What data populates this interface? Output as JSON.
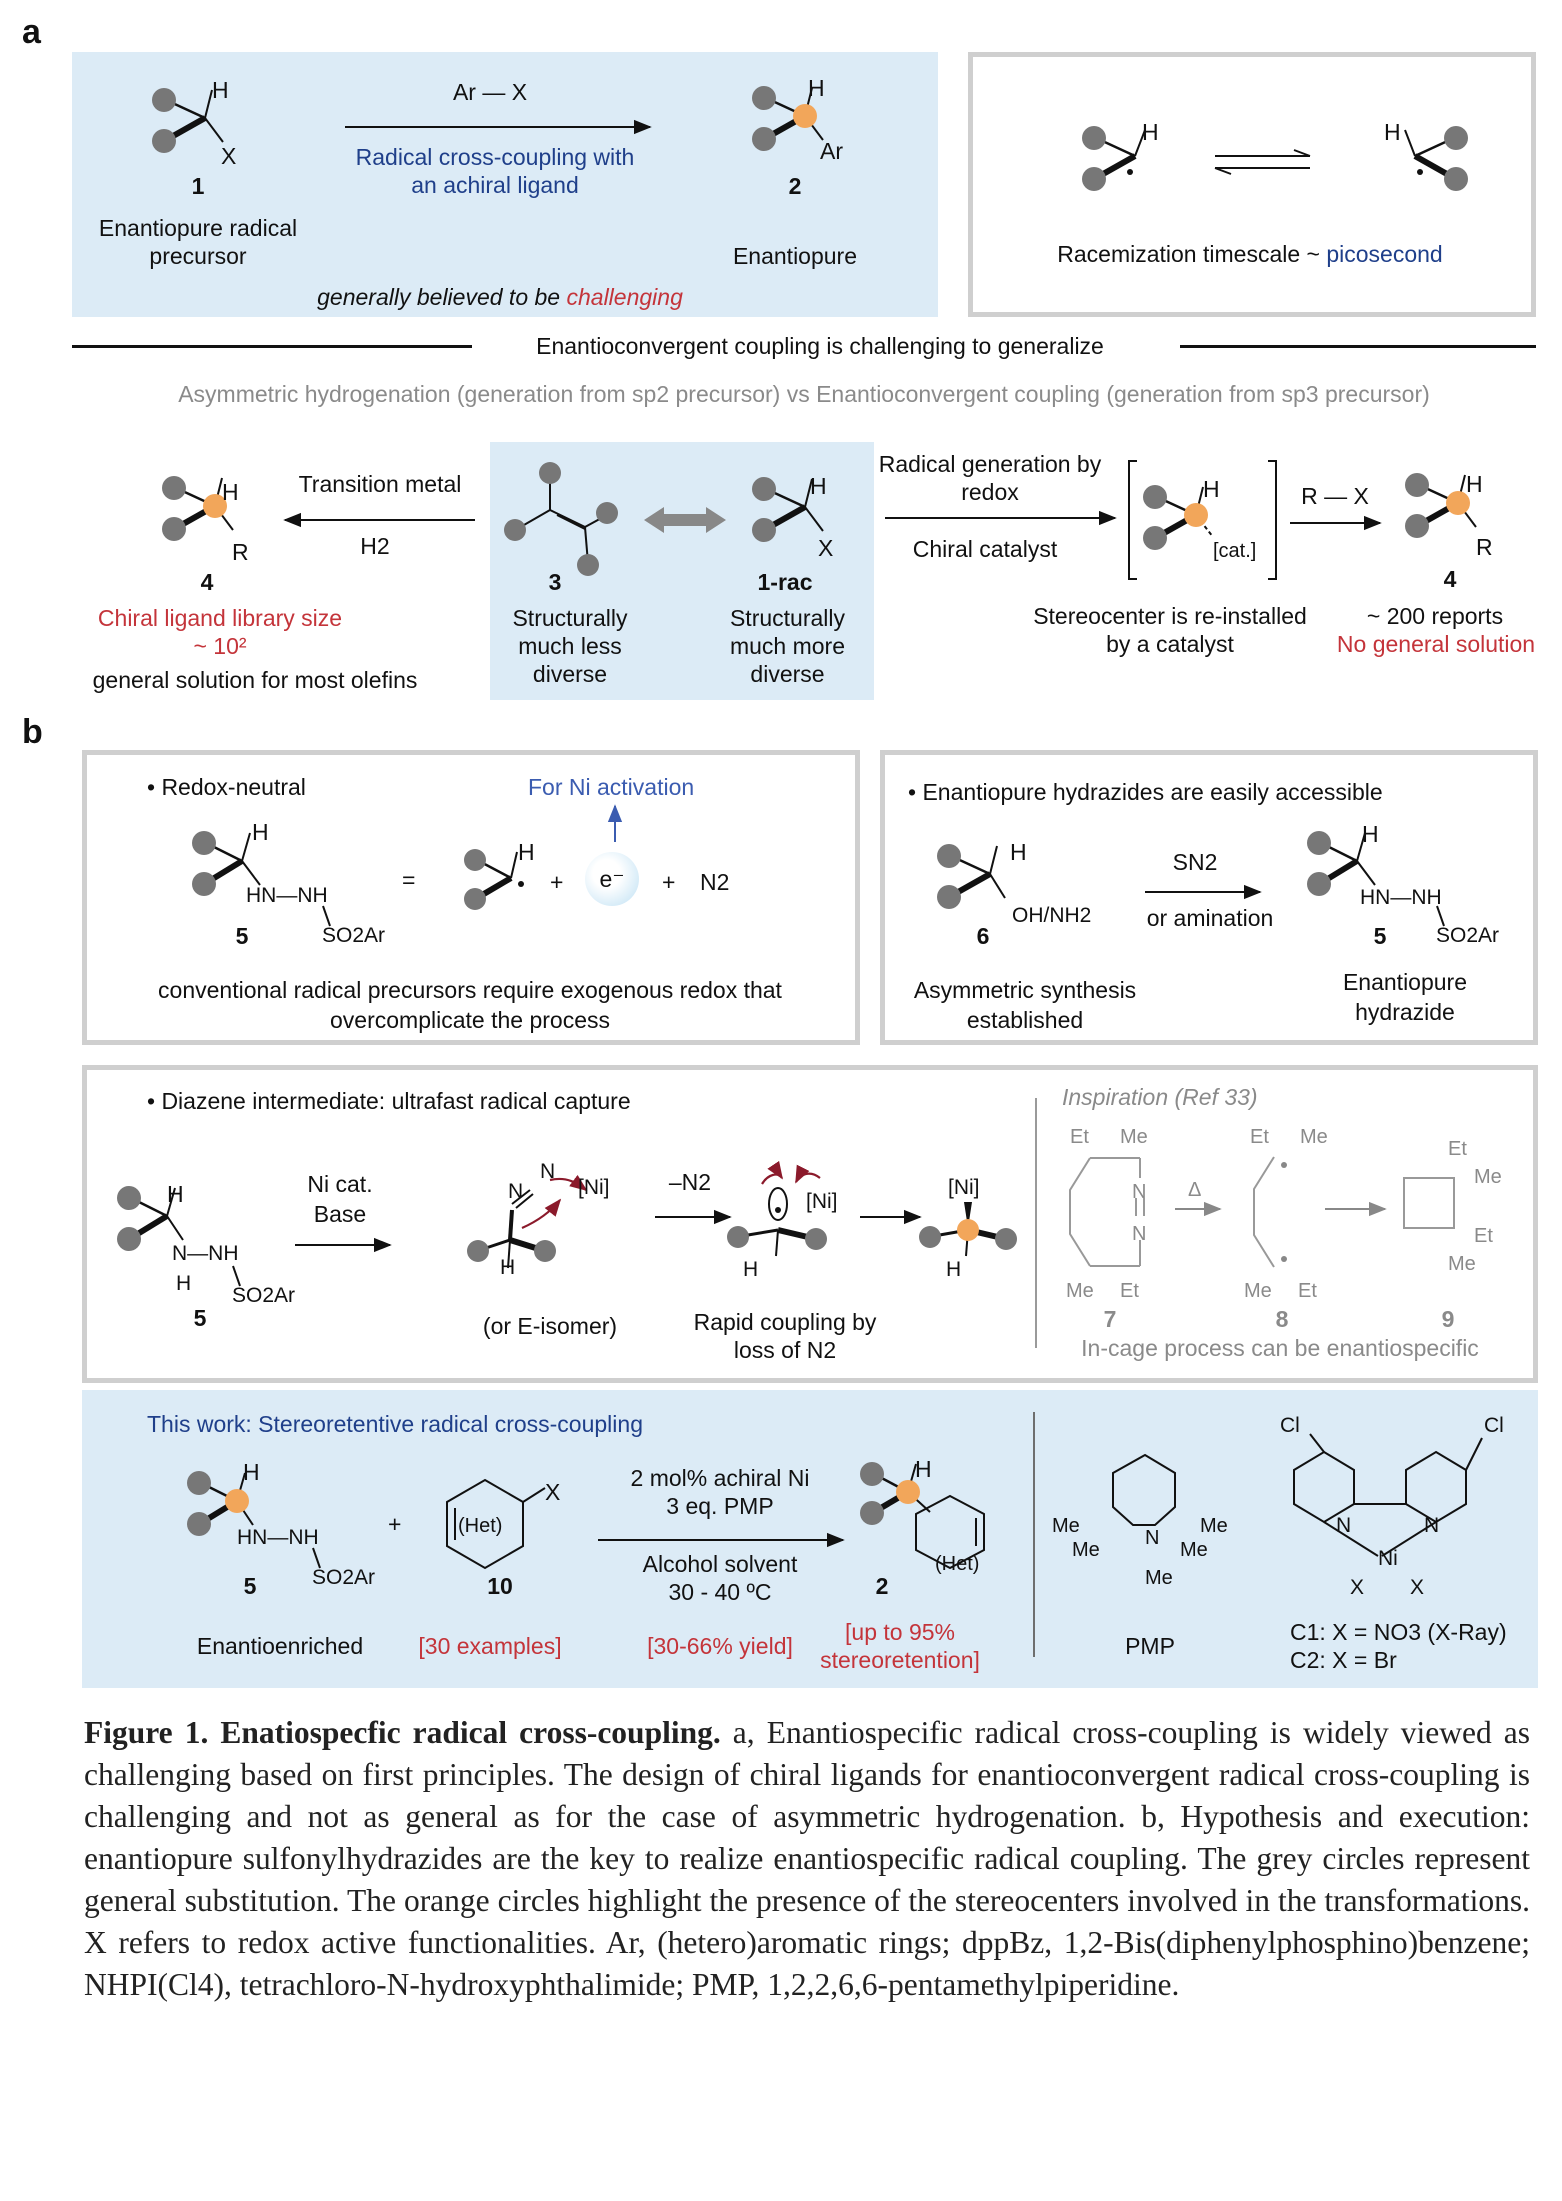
{
  "panel_a": {
    "label": "a",
    "precursor": {
      "number": "1",
      "caption": "Enantiopure radical precursor",
      "h": "H",
      "x": "X"
    },
    "arrow_top": "Ar — X",
    "arrow_bottom": "Radical cross-coupling with an achiral ligand",
    "product": {
      "number": "2",
      "caption": "Enantiopure",
      "h": "H",
      "ar": "Ar"
    },
    "note_prefix": "generally believed to be ",
    "note_highlight": "challenging",
    "racemization": {
      "h": "H",
      "prefix": "Racemization timescale ~ ",
      "highlight": "picosecond"
    },
    "divider_text": "Enantioconvergent coupling is challenging to generalize",
    "comparison": "Asymmetric hydrogenation (generation from sp2 precursor)  vs Enantioconvergent coupling (generation from sp3 precursor)",
    "left_product": {
      "number": "4",
      "h": "H",
      "r": "R"
    },
    "tm_top": "Transition metal",
    "tm_bottom": "H2",
    "olefin": {
      "number": "3",
      "caption": "Structurally much less diverse"
    },
    "racemic": {
      "number": "1-rac",
      "caption": "Structurally much more diverse",
      "h": "H",
      "x": "X"
    },
    "library": {
      "line1": "Chiral ligand library size",
      "line2": "~ 10²",
      "line3": "general solution for most olefins"
    },
    "radical_gen": {
      "top": "Radical generation by redox",
      "bottom": "Chiral catalyst"
    },
    "bracket": {
      "h": "H",
      "cat": "[cat.]",
      "caption": "Stereocenter is re-installed by a catalyst"
    },
    "rx": "R — X",
    "right_product": {
      "number": "4",
      "h": "H",
      "r": "R",
      "reports": "~ 200 reports",
      "no_general": "No general solution"
    }
  },
  "panel_b": {
    "label": "b",
    "box1": {
      "bullet": "• Redox-neutral",
      "ni_activation": "For Ni activation",
      "h": "H",
      "hn_nh": "HN—NH",
      "so2ar": "SO2Ar",
      "number": "5",
      "equals": "=",
      "plus1": "+",
      "electron": "e⁻",
      "plus2": "+",
      "n2": "N2",
      "radical_h": "H",
      "footer": "conventional radical precursors require exogenous redox that overcomplicate the process"
    },
    "box2": {
      "bullet": "• Enantiopure hydrazides are easily accessible",
      "h": "H",
      "oh_nh2": "OH/NH2",
      "number6": "6",
      "arrow_top": "SN2",
      "arrow_bottom": "or amination",
      "prod_h": "H",
      "hn_nh": "HN—NH",
      "so2ar": "SO2Ar",
      "number5": "5",
      "left_caption": "Asymmetric synthesis established",
      "right_caption": "Enantiopure hydrazide"
    },
    "box3": {
      "bullet": "• Diazene intermediate: ultrafast radical capture",
      "h": "H",
      "n_nh": "N—NH",
      "h2": "H",
      "so2ar": "SO2Ar",
      "number": "5",
      "arrow1_top": "Ni cat.",
      "arrow1_bottom": "Base",
      "ni_label": "[Ni]",
      "n_left": "N",
      "n_right": "N",
      "diazene_h": "H",
      "isomer_note": "(or E-isomer)",
      "minus_n2": "–N2",
      "ni2": "[Ni]",
      "rad_h": "H",
      "rapid": "Rapid coupling by loss of N2",
      "ni3": "[Ni]",
      "final_h": "H",
      "inspiration": "Inspiration (Ref 33)",
      "et": "Et",
      "me": "Me",
      "delta": "Δ",
      "n_7": "7",
      "n_8": "8",
      "n_9": "9",
      "in_cage": "In-cage process can be enantiospecific"
    },
    "box4": {
      "title": "This work: Stereoretentive radical cross-coupling",
      "h": "H",
      "hn_nh": "HN—NH",
      "so2ar": "SO2Ar",
      "number5": "5",
      "plus": "+",
      "het": "(Het)",
      "x": "X",
      "number10": "10",
      "cond1": "2 mol% achiral Ni",
      "cond2": "3 eq. PMP",
      "cond3": "Alcohol solvent",
      "cond4": "30 - 40 ºC",
      "prod_h": "H",
      "prod_het": "(Het)",
      "number2": "2",
      "enriched": "Enantioenriched",
      "examples": "[30 examples]",
      "yield": "[30-66% yield]",
      "retention": "[up to 95% stereoretention]",
      "pmp": "PMP",
      "pmp_me": "Me",
      "pmp_n": "N",
      "cl": "Cl",
      "ni": "Ni",
      "cat_x": "X",
      "c1": "C1: X = NO3 (X-Ray)",
      "c2": "C2: X = Br"
    }
  },
  "caption": {
    "title": "Figure 1. Enatiospecfic radical cross-coupling.",
    "text": " a, Enantiospecific radical cross-coupling is widely viewed as challenging based on first principles. The design of chiral ligands for enantioconvergent radical cross-coupling is challenging and not as general as for the case of asymmetric hydrogenation. b, Hypothesis and execution: enantiopure sulfonylhydrazides are the key to realize enantiospecific radical coupling. The grey circles represent general substitution. The orange circles highlight the presence of the stereocenters involved in the transformations. X refers to redox active functionalities. Ar, (hetero)aromatic rings; dppBz, 1,2-Bis(diphenylphosphino)benzene; NHPI(Cl4), tetrachloro-N-hydroxyphthalimide; PMP, 1,2,2,6,6-pentamethylpiperidine."
  },
  "colors": {
    "panel_blue": "#dcebf6",
    "box_grey": "#cfcfcf",
    "highlight_red": "#c4343a",
    "text_blue": "#1f3f8a",
    "orange": "#f2a65a",
    "substituent_grey": "#777777",
    "curly_arrow": "#8b1a2b"
  }
}
